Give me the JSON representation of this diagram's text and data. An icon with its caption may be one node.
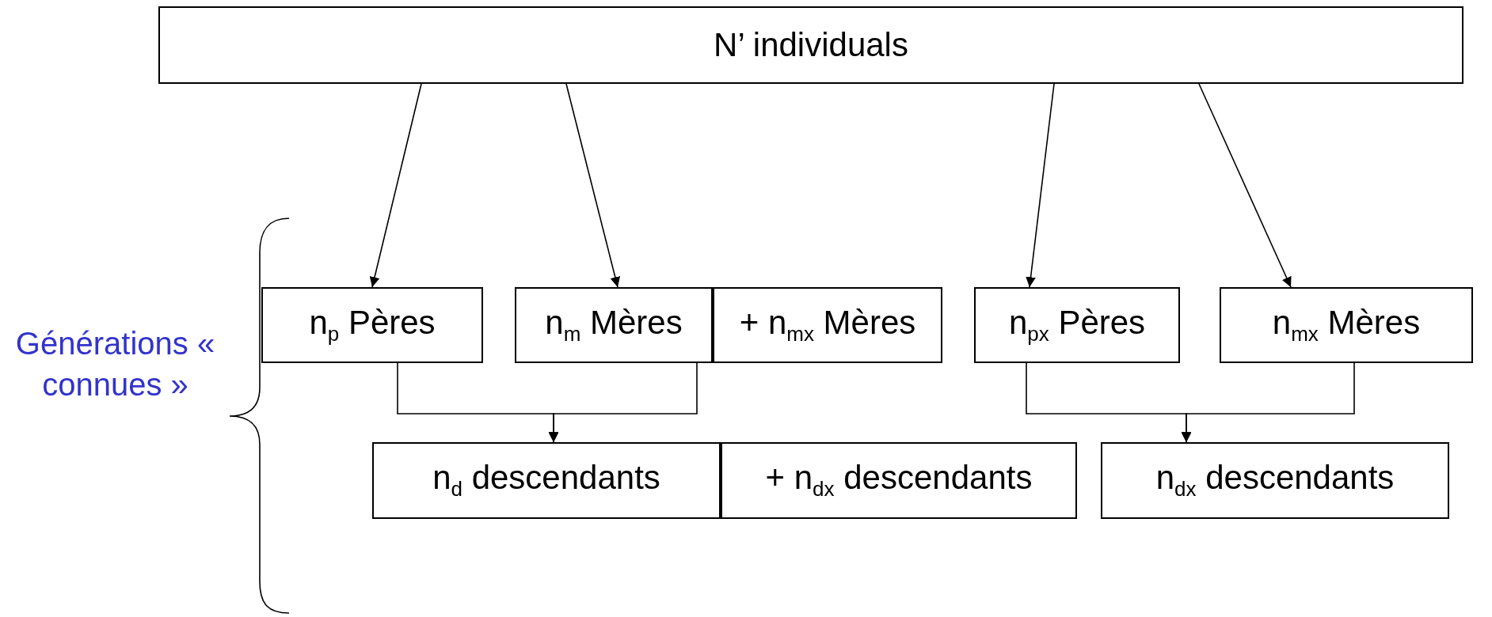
{
  "diagram": {
    "nodes": [
      {
        "text": [
          "N’ individuals"
        ]
      },
      {
        "text": [
          "n$_{p}$ Pères"
        ]
      },
      {
        "text": [
          "n$_{m}$ Mères"
        ]
      },
      {
        "text": [
          "+ n$_{mx}$ Mères"
        ]
      },
      {
        "text": [
          "n$_{px}$ Pères"
        ]
      },
      {
        "text": [
          "n$_{mx}$ Mères"
        ]
      },
      {
        "text": [
          "n$_{d}$ descendants"
        ]
      },
      {
        "text": [
          "+ n$_{dx}$ descendants"
        ]
      },
      {
        "text": [
          "n$_{dx}$ descendants"
        ]
      }
    ],
    "edges": [
      {
        "from": 0,
        "to": 1,
        "arrow": "to"
      },
      {
        "from": 0,
        "to": 2,
        "arrow": "to"
      },
      {
        "from": 0,
        "to": 4,
        "arrow": "to"
      },
      {
        "from": 0,
        "to": 5,
        "arrow": "to"
      },
      {
        "from": 1,
        "to": 6,
        "arrow": "to"
      },
      {
        "from": 2,
        "to": 6,
        "arrow": "to"
      },
      {
        "from": 4,
        "to": 8,
        "arrow": "to"
      },
      {
        "from": 5,
        "to": 8,
        "arrow": "to"
      }
    ],
    "labels": [
      "Générations « connues »"
    ]
  }
}
